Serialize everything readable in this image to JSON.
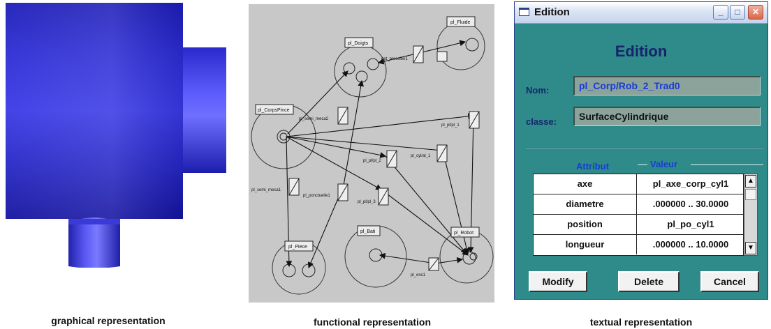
{
  "captions": {
    "graphical": "graphical representation",
    "functional": "functional representation",
    "textual": "textual representation"
  },
  "functional": {
    "nodes": {
      "fluide": "pl_Fluide",
      "doigts": "pl_Doigts",
      "corps_pince": "pl_CorpsPince",
      "piece": "pl_Piece",
      "bati": "pl_Bati",
      "robot": "pl_Robot"
    },
    "links": {
      "pression": "ppt_pression1",
      "semi_meca2": "pl_semi_meca2",
      "pl_pl_1": "pl_pl/pl_1",
      "pl_pl_2": "pl_pl/pl_2",
      "cyl_al_1": "pl_cyl/al_1",
      "semi_meca1": "pl_semi_meca1",
      "ponctuelle": "pl_ponctuelle1",
      "pl_pl_3": "pl_pl/pl_3",
      "enc1": "pl_enc1"
    }
  },
  "dialog": {
    "window_title": "Edition",
    "heading": "Edition",
    "nom_label": "Nom:",
    "nom_value": "pl_Corp/Rob_2_Trad0",
    "classe_label": "classe:",
    "classe_value": "SurfaceCylindrique",
    "attribut_header": "Attribut",
    "valeur_header": "Valeur",
    "rows": [
      {
        "attr": "axe",
        "val": "pl_axe_corp_cyl1"
      },
      {
        "attr": "diametre",
        "val": ".000000 .. 30.0000"
      },
      {
        "attr": "position",
        "val": "pl_po_cyl1"
      },
      {
        "attr": "longueur",
        "val": ".000000 .. 10.0000"
      }
    ],
    "buttons": {
      "modify": "Modify",
      "delete": "Delete",
      "cancel": "Cancel"
    }
  },
  "colors": {
    "dialog_bg": "#2f8a8a",
    "heading": "#16256b",
    "nom_text": "#1a3bd8",
    "field_bg": "#8ba39b",
    "model_blue": "#2b2bd0",
    "functional_bg": "#c8c8c8"
  }
}
